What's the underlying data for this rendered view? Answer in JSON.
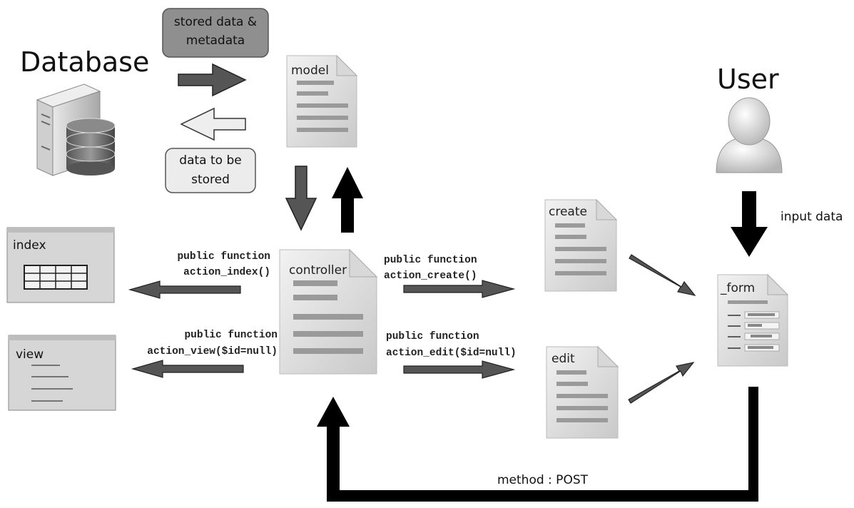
{
  "database": {
    "title": "Database"
  },
  "user": {
    "title": "User"
  },
  "boxes": {
    "stored": [
      "stored data &",
      "metadata"
    ],
    "to_store": [
      "data to be",
      "stored"
    ]
  },
  "docs": {
    "model": "model",
    "controller": "controller",
    "create": "create",
    "edit": "edit",
    "form": "_form"
  },
  "views": {
    "index": "index",
    "view": "view"
  },
  "functions": {
    "index": [
      "public function",
      "action_index()"
    ],
    "view": [
      "public function",
      "action_view($id=null)"
    ],
    "create": [
      "public function",
      "action_create()"
    ],
    "edit": [
      "public function",
      "action_edit($id=null)"
    ]
  },
  "labels": {
    "input_data": "input data",
    "method_post": "method : POST"
  }
}
